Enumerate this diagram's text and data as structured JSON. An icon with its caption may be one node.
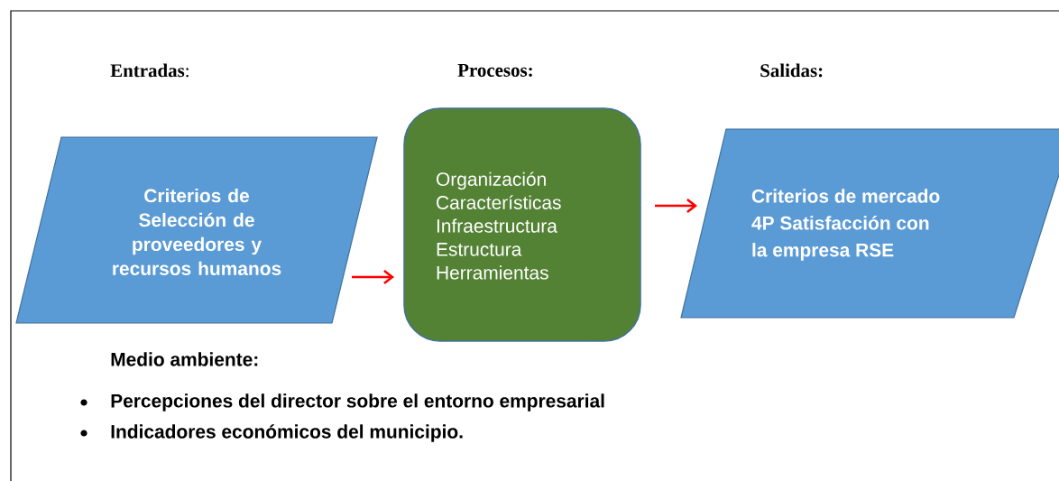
{
  "diagram": {
    "nodes": [
      {
        "text": [
          "Criterios de Selección de proveedores y recursos humanos"
        ]
      },
      {
        "text": [
          "Organización Características Infraestructura Estructura Herramientas"
        ]
      },
      {
        "text": [
          "Criterios de mercado 4P Satisfacción con la empresa  RSE"
        ]
      }
    ],
    "edges": [
      {
        "from": 0,
        "to": 1,
        "arrow": "to"
      },
      {
        "from": 1,
        "to": 2,
        "arrow": "to"
      }
    ],
    "labels": [
      "**Entradas**:",
      "Procesos:",
      "Salidas:",
      "Medio ambiente:",
      "Percepciones del director sobre el entorno empresarial",
      "Indicadores económicos del municipio."
    ]
  }
}
